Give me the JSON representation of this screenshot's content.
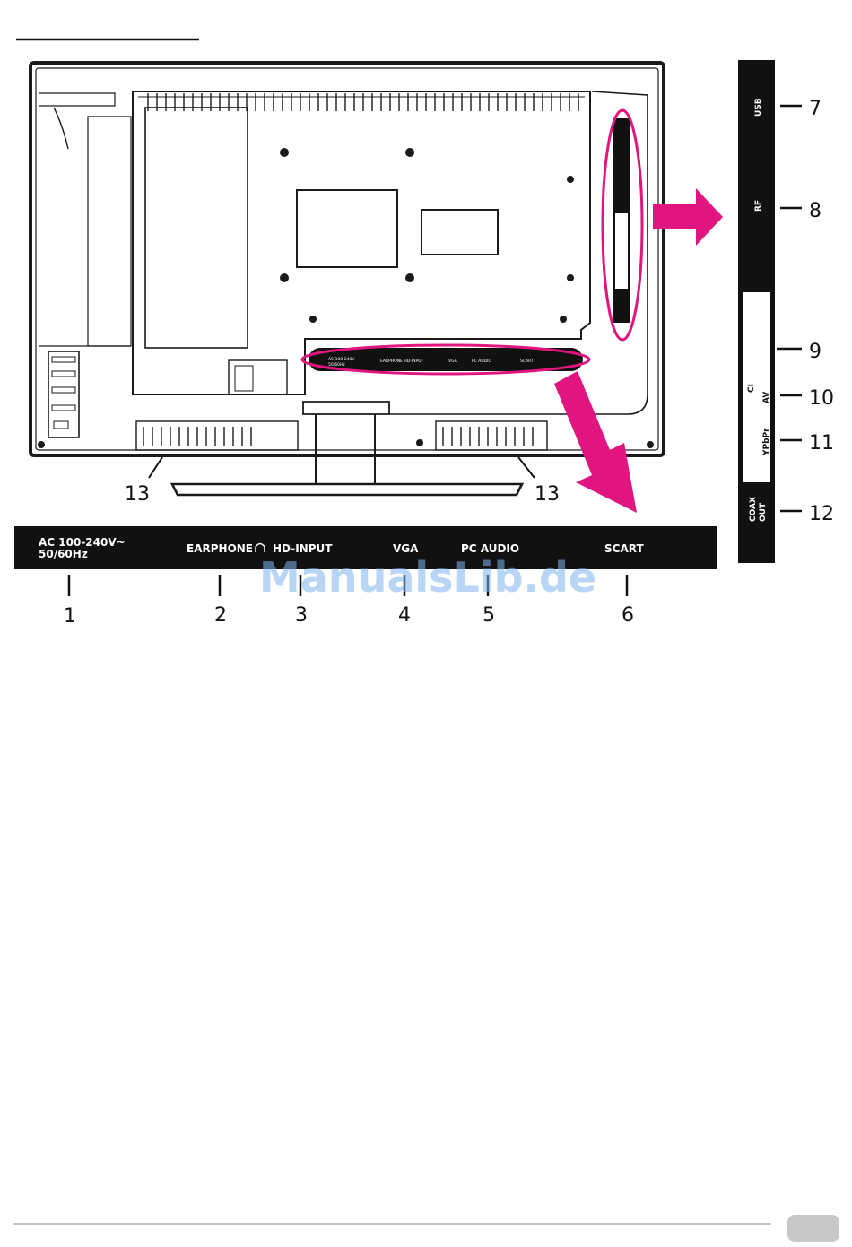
{
  "bottom_panel": {
    "ac_line1": "AC 100-240V~",
    "ac_line2": "50/60Hz",
    "earphone": "EARPHONE",
    "hd_input": "HD-INPUT",
    "vga": "VGA",
    "pc_audio": "PC AUDIO",
    "scart": "SCART"
  },
  "side_panel": {
    "usb": "USB",
    "rf": "RF",
    "ci": "CI",
    "av": "AV",
    "ypbpr": "YPbPr",
    "coax_line1": "COAX",
    "coax_line2": "OUT"
  },
  "callouts": {
    "n1": "1",
    "n2": "2",
    "n3": "3",
    "n4": "4",
    "n5": "5",
    "n6": "6",
    "n7": "7",
    "n8": "8",
    "n9": "9",
    "n10": "10",
    "n11": "11",
    "n12": "12",
    "n13a": "13",
    "n13b": "13"
  },
  "watermark": "ManualsLib.de",
  "colors": {
    "highlight": "#e0157f",
    "panel": "#111111",
    "outline": "#1a1a1a"
  }
}
